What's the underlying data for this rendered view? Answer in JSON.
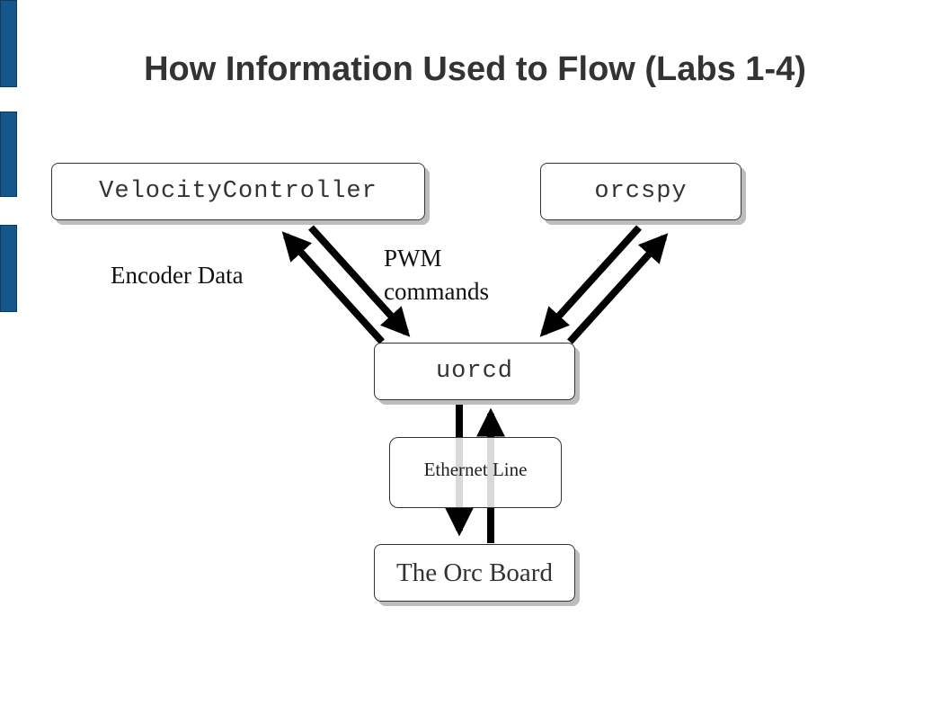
{
  "title": "How Information Used to Flow (Labs 1-4)",
  "nodes": {
    "velocity_controller": "VelocityController",
    "orcspy": "orcspy",
    "uorcd": "uorcd",
    "orc_board": "The Orc Board"
  },
  "labels": {
    "encoder_data": "Encoder Data",
    "pwm_line1": "PWM",
    "pwm_line2": "commands",
    "ethernet_line": "Ethernet Line"
  },
  "colors": {
    "side_tab": "#16578b",
    "arrow": "#000000",
    "box_shadow": "#bdbdbd"
  }
}
